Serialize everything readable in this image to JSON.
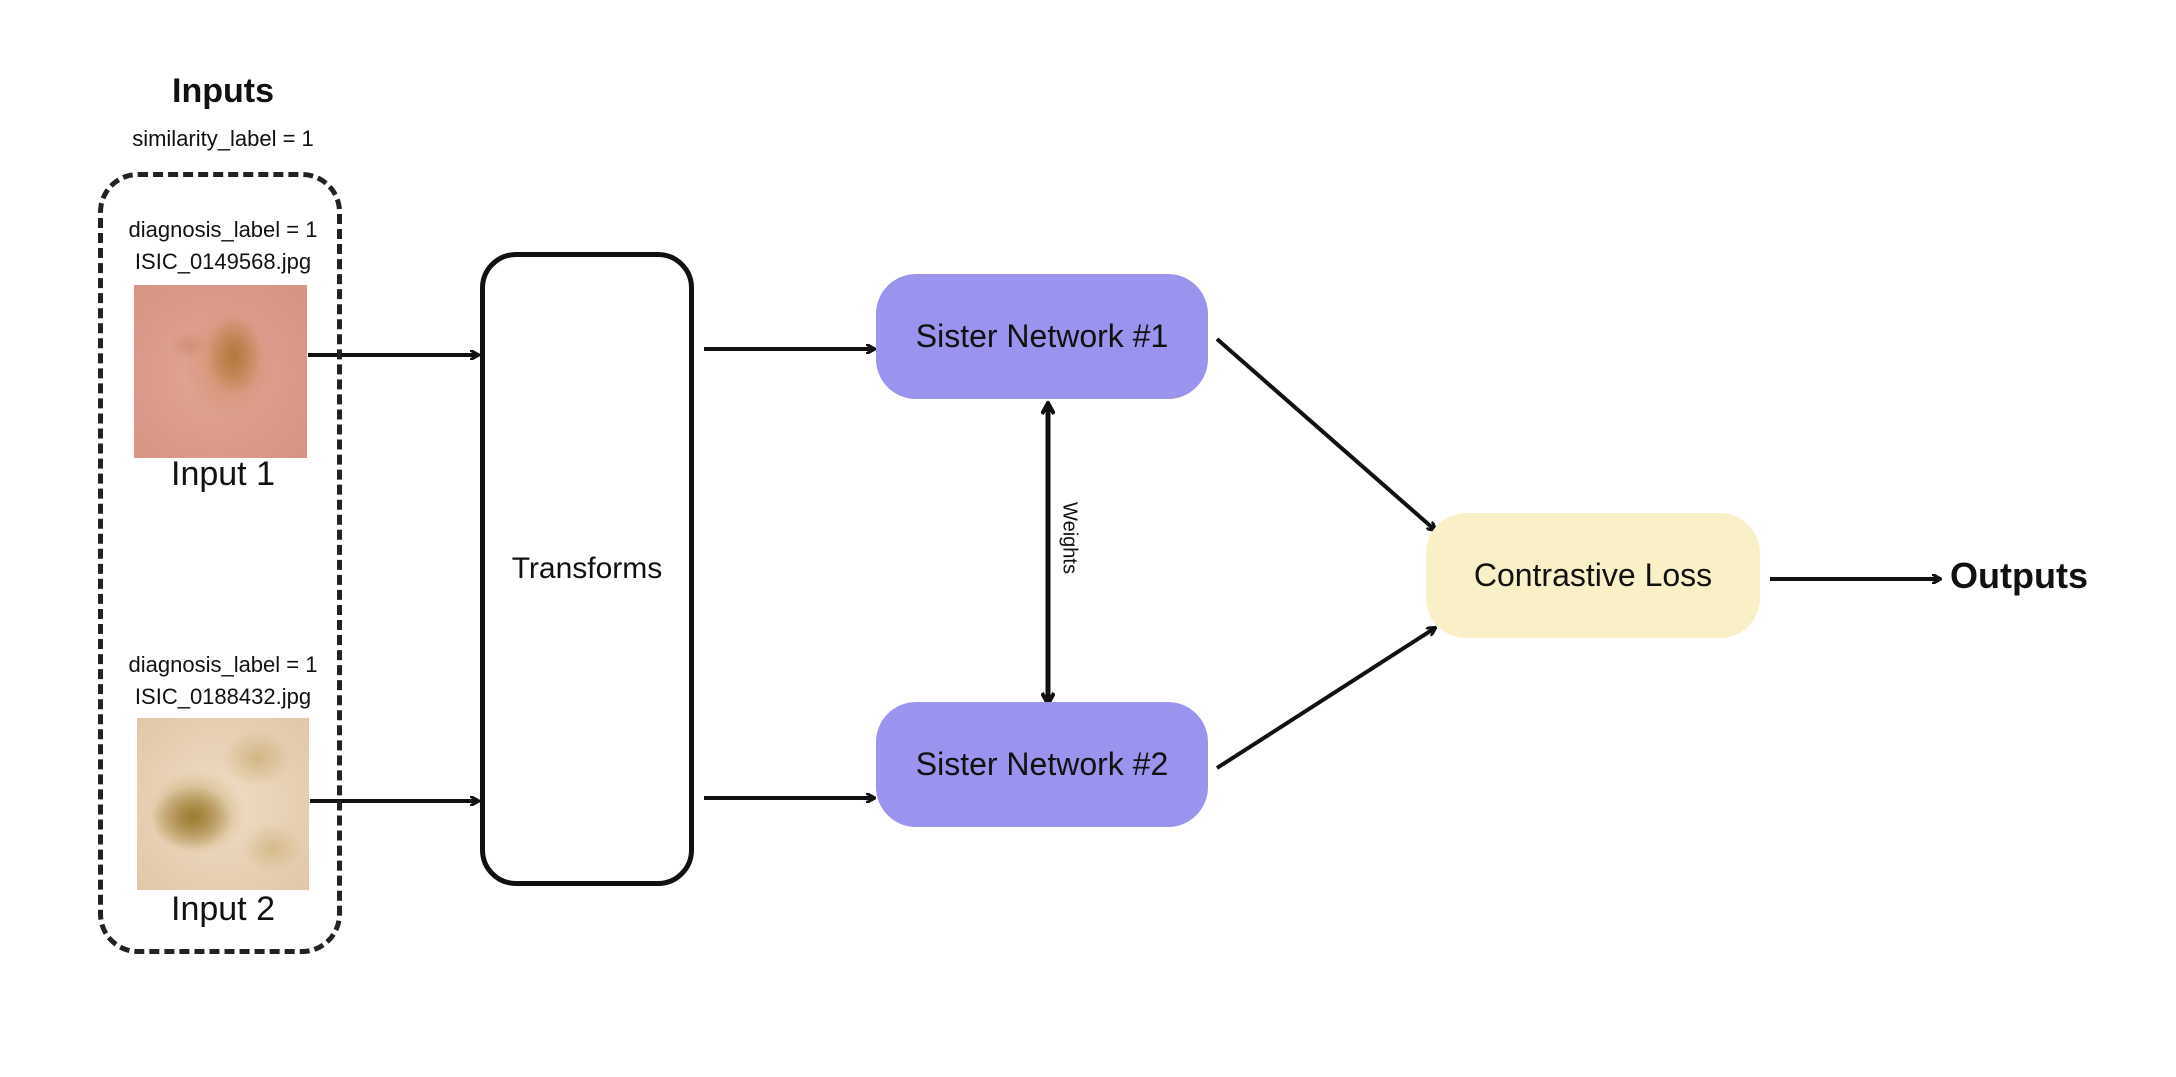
{
  "inputs": {
    "heading": "Inputs",
    "similarity_label": "similarity_label = 1",
    "input1": {
      "diagnosis_label": "diagnosis_label = 1",
      "filename": "ISIC_0149568.jpg",
      "caption": "Input 1"
    },
    "input2": {
      "diagnosis_label": "diagnosis_label = 1",
      "filename": "ISIC_0188432.jpg",
      "caption": "Input 2"
    }
  },
  "transforms": {
    "label": "Transforms"
  },
  "networks": {
    "net1": "Sister Network #1",
    "net2": "Sister Network #2",
    "weights_label": "Weights"
  },
  "loss": {
    "label": "Contrastive Loss"
  },
  "outputs": {
    "label": "Outputs"
  },
  "colors": {
    "network_fill": "#9b94ee",
    "loss_fill": "#faf0c8",
    "stroke": "#111111"
  }
}
